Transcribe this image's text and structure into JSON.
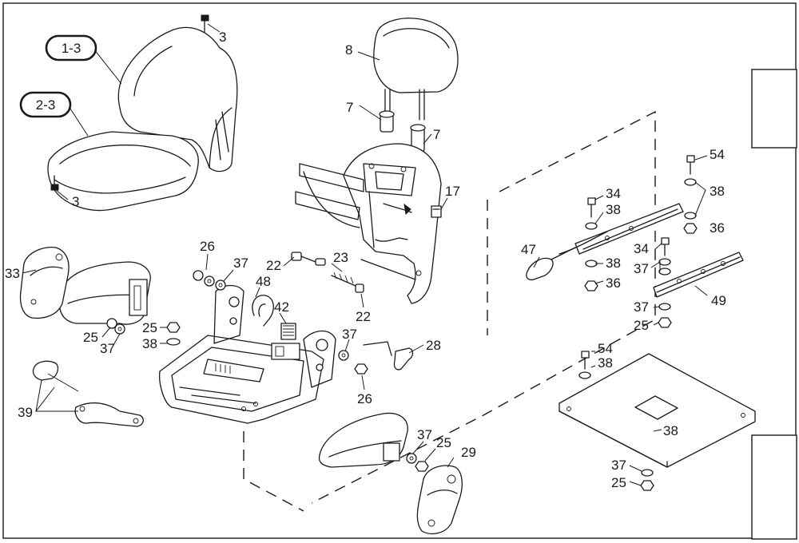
{
  "oval_labels": [
    "1-3",
    "2-3"
  ],
  "labels": {
    "l3a": "3",
    "l3b": "3",
    "l8": "8",
    "l7a": "7",
    "l7b": "7",
    "l17": "17",
    "l33": "33",
    "l26a": "26",
    "l37a": "37",
    "l22a": "22",
    "l23": "23",
    "l48": "48",
    "l42": "42",
    "l22b": "22",
    "l25a": "25",
    "l37b": "37",
    "l25b": "25",
    "l38a": "38",
    "l37c": "37",
    "l28": "28",
    "l26b": "26",
    "l39": "39",
    "l37d": "37",
    "l25c": "25",
    "l29": "29",
    "l54a": "54",
    "l38b": "38",
    "l34a": "34",
    "l38c": "38",
    "l36a": "36",
    "l47": "47",
    "l34b": "34",
    "l37e": "37",
    "l38d": "38",
    "l36b": "36",
    "l49": "49",
    "l37f": "37",
    "l25d": "25",
    "l54b": "54",
    "l38e": "38",
    "l38f": "38",
    "l37g": "37",
    "l25e": "25"
  }
}
